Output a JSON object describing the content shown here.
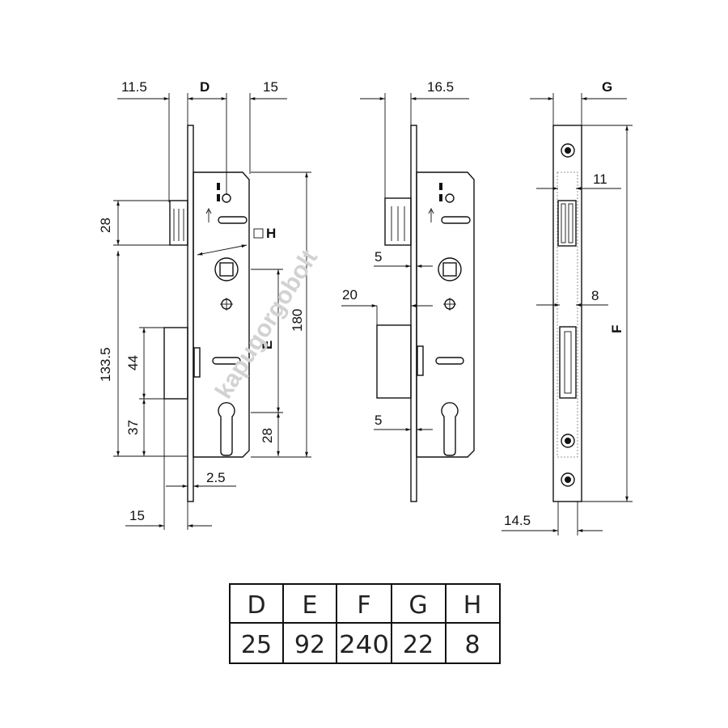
{
  "dimensions": {
    "d11_5": "11.5",
    "dD": "D",
    "d15_top": "15",
    "d16_5": "16.5",
    "dG": "G",
    "d28_left": "28",
    "dH": "H",
    "d133_5": "133.5",
    "d44": "44",
    "d37": "37",
    "dE": "E",
    "d180": "180",
    "d28_right": "28",
    "d2_5": "2.5",
    "d15_bottom": "15",
    "d5_top": "5",
    "d20": "20",
    "d5_bottom": "5",
    "d11": "11",
    "d8": "8",
    "dF": "F",
    "d14_5": "14.5"
  },
  "watermark": "kapugorgobolt",
  "table": {
    "headers": [
      "D",
      "E",
      "F",
      "G",
      "H"
    ],
    "values": [
      "25",
      "92",
      "240",
      "22",
      "8"
    ]
  }
}
